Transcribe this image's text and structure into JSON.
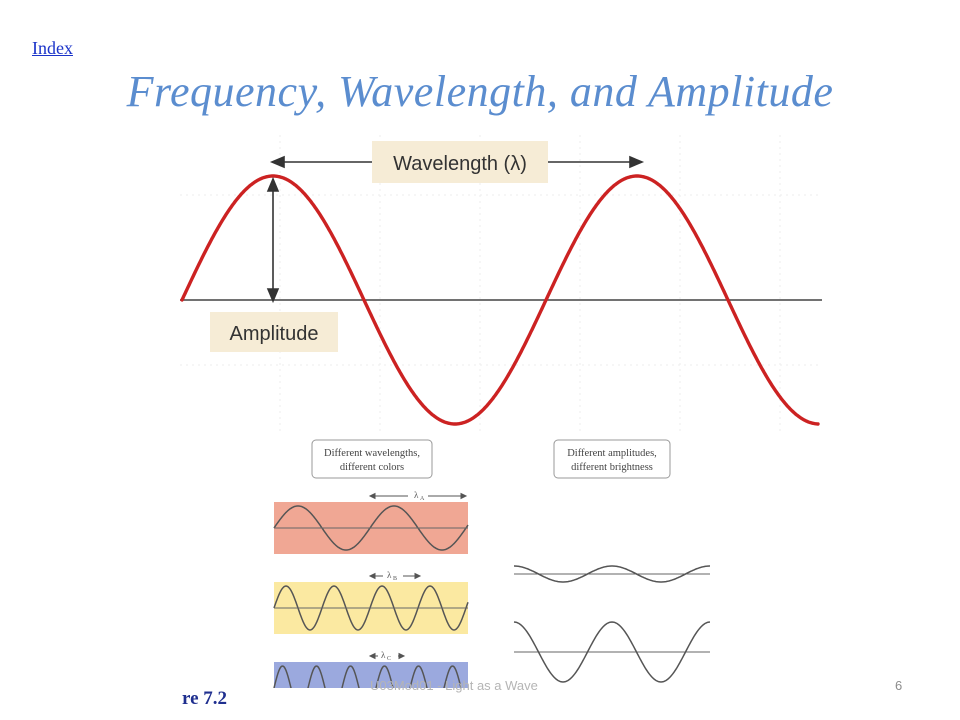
{
  "header": {
    "link": "Index",
    "title": "Frequency, Wavelength, and Amplitude"
  },
  "diagram": {
    "wavelength_label": "Wavelength (λ)",
    "amplitude_label": "Amplitude",
    "wave_color": "#cc2222",
    "label_bg": "#f6ecd6"
  },
  "panel_left": {
    "caption_line1": "Different wavelengths,",
    "caption_line2": "different colors",
    "bands": [
      {
        "label": "λ",
        "sub": "A",
        "color": "#f0a794"
      },
      {
        "label": "λ",
        "sub": "B",
        "color": "#fbe9a1"
      },
      {
        "label": "λ",
        "sub": "C",
        "color": "#9ba9de"
      }
    ]
  },
  "panel_right": {
    "caption_line1": "Different amplitudes,",
    "caption_line2": "different brightness"
  },
  "footer": {
    "figure_label": "re 7.2",
    "text": "U03Mod01 - Light as a Wave",
    "slide_number": "6"
  }
}
